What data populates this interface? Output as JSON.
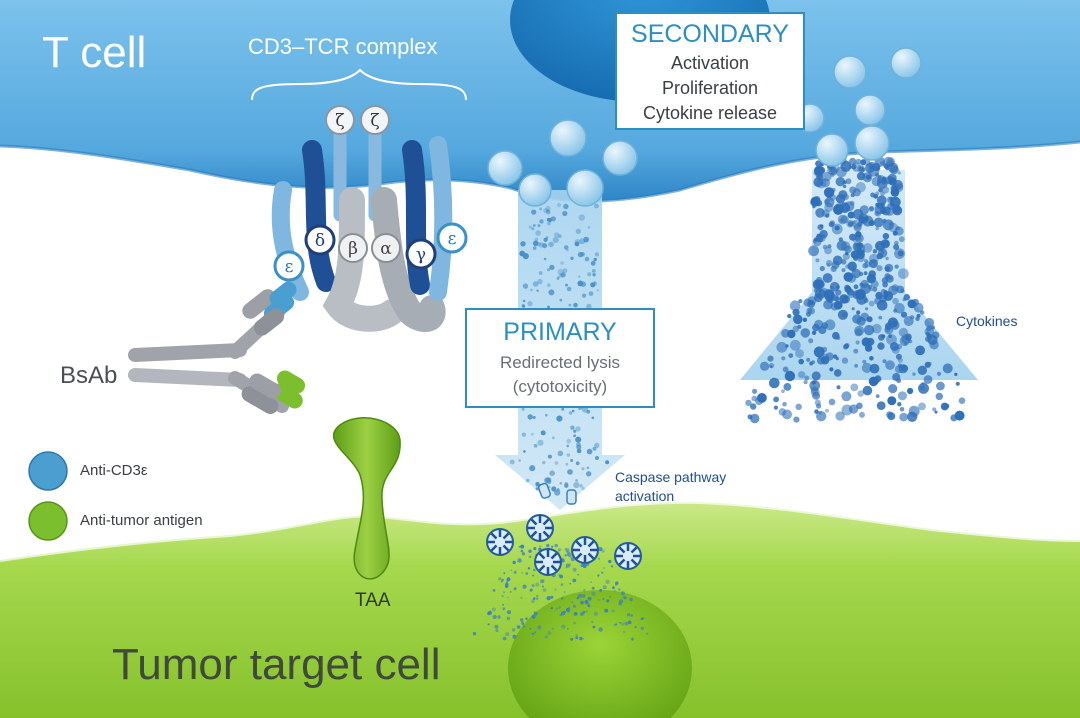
{
  "cells": {
    "t_cell": "T cell",
    "tumor_cell": "Tumor target cell"
  },
  "receptor": {
    "title": "CD3–TCR complex",
    "chains": {
      "zeta_left": "ζ",
      "zeta_right": "ζ",
      "delta": "δ",
      "beta": "β",
      "alpha": "α",
      "gamma": "γ",
      "epsilon_left": "ε",
      "epsilon_right": "ε"
    }
  },
  "antibody": {
    "label": "BsAb",
    "antigen_label": "TAA"
  },
  "secondary_box": {
    "heading": "SECONDARY",
    "lines": [
      "Activation",
      "Proliferation",
      "Cytokine release"
    ]
  },
  "primary_box": {
    "heading": "PRIMARY",
    "lines": [
      "Redirected lysis",
      "(cytotoxicity)"
    ]
  },
  "annotations": {
    "caspase": [
      "Caspase pathway",
      "activation"
    ],
    "cytokines": "Cytokines"
  },
  "legend": {
    "items": [
      {
        "label": "Anti-CD3ε",
        "color": "#4a9fd0"
      },
      {
        "label": "Anti-tumor antigen",
        "color": "#7cbf2e"
      }
    ]
  },
  "colors": {
    "t_cell_fill": "#5eaee0",
    "tumor_fill": "#a6d84e",
    "nucleus_blue": "#1f7fc4",
    "nucleus_green": "#7fbf22",
    "arrow_fill": "#b8dbf0",
    "accent_text": "#2c8fc0",
    "dark_blue": "#234e8c"
  }
}
